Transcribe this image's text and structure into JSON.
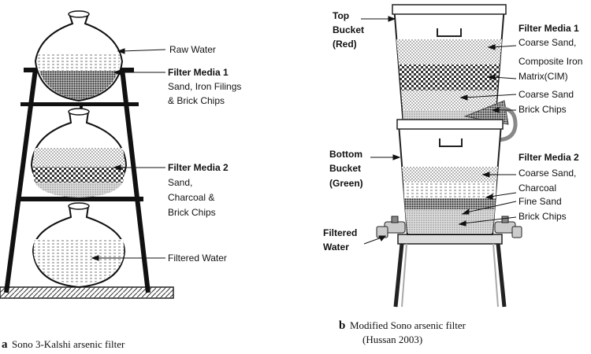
{
  "left": {
    "labels": {
      "raw_water": "Raw Water",
      "media1_title": "Filter Media 1",
      "media1_line1": "Sand, Iron Filings",
      "media1_line2": "& Brick Chips",
      "media2_title": "Filter Media 2",
      "media2_line1": "Sand,",
      "media2_line2": "Charcoal &",
      "media2_line3": "Brick Chips",
      "filtered": "Filtered Water"
    },
    "caption_letter": "a",
    "caption": "Sono 3-Kalshi arsenic filter"
  },
  "right": {
    "labels": {
      "top_bucket_1": "Top",
      "top_bucket_2": "Bucket",
      "top_bucket_3": "(Red)",
      "bottom_bucket_1": "Bottom",
      "bottom_bucket_2": "Bucket",
      "bottom_bucket_3": "(Green)",
      "filtered_1": "Filtered",
      "filtered_2": "Water",
      "fm1_title": "Filter Media 1",
      "fm1_coarse": "Coarse Sand,",
      "fm1_cim1": "Composite Iron",
      "fm1_cim2": "Matrix(CIM)",
      "fm1_coarse2": "Coarse Sand",
      "fm1_brick": "Brick Chips",
      "fm2_title": "Filter Media 2",
      "fm2_coarse": "Coarse Sand,",
      "fm2_charcoal": "Charcoal",
      "fm2_fine": "Fine Sand",
      "fm2_brick": "Brick Chips"
    },
    "caption_letter": "b",
    "caption_line1": "Modified Sono arsenic filter",
    "caption_line2": "(Hussan 2003)"
  }
}
